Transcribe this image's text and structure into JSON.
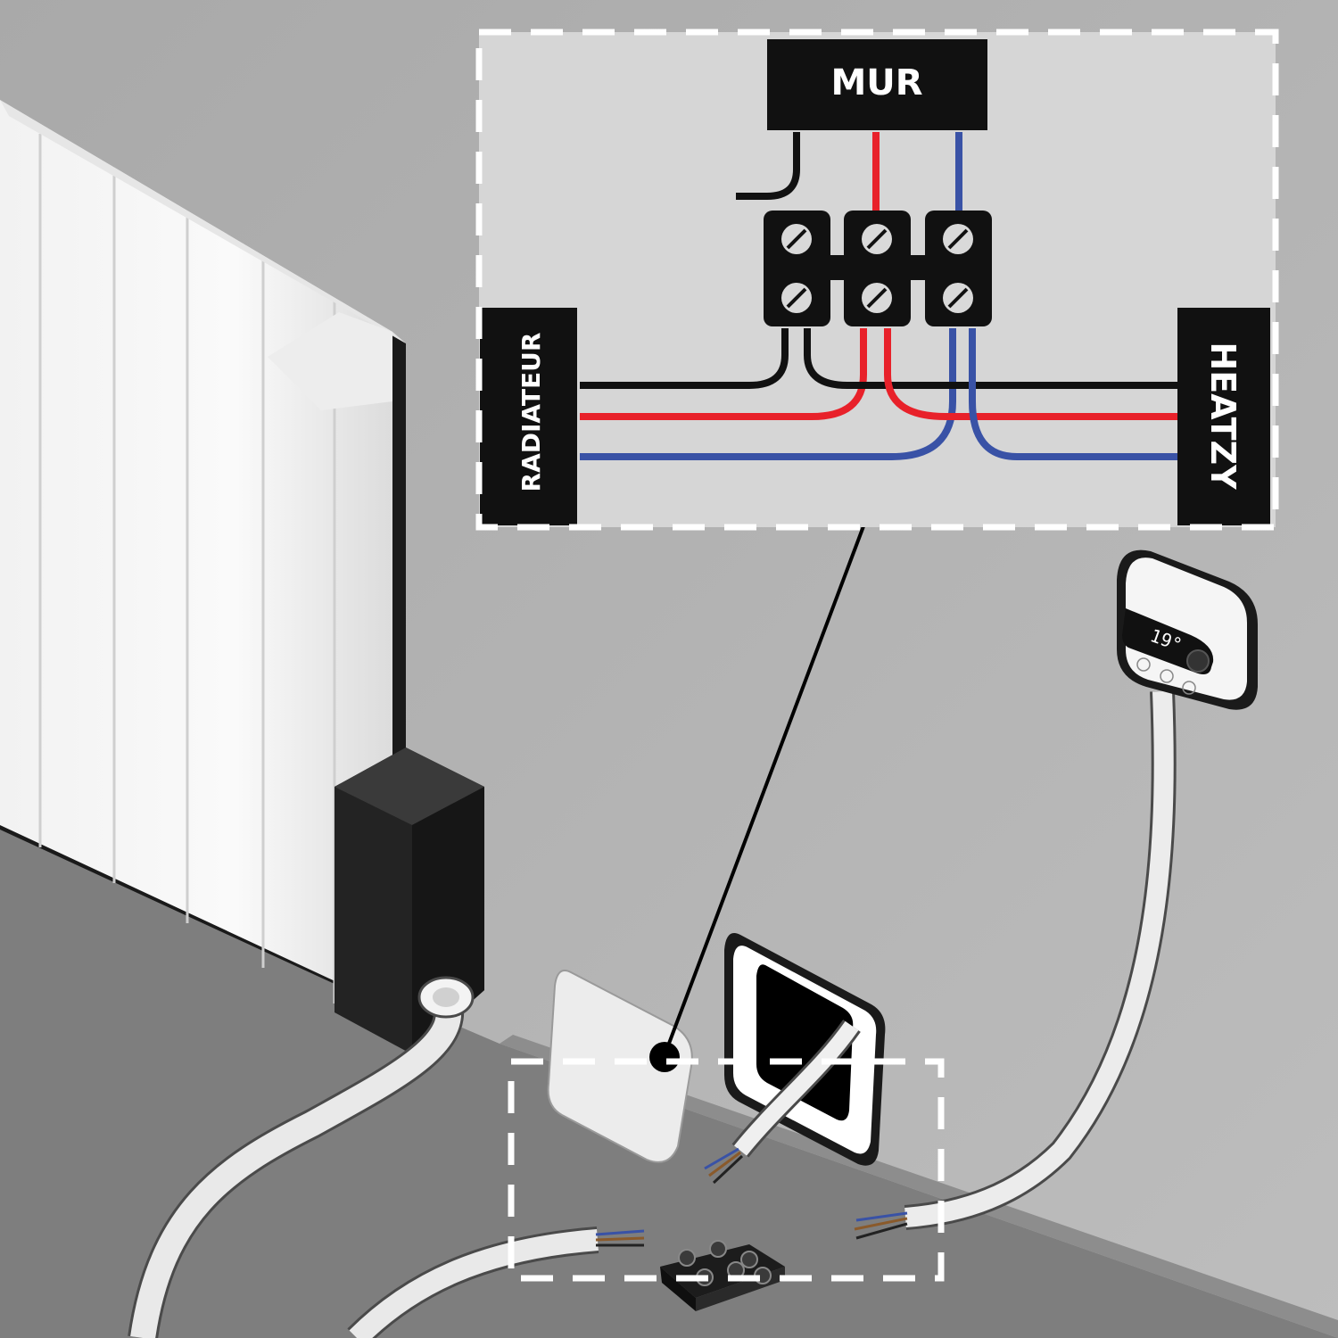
{
  "labels": {
    "wall": "MUR",
    "radiator": "RADIATEUR",
    "heatzy": "HEATZY"
  },
  "thermostat": {
    "display_value": "19°"
  },
  "colors": {
    "background_wall": "#b5b5b5",
    "floor": "#7e7e7e",
    "inset_panel": "#d6d6d6",
    "label_box": "#111111",
    "phase_wire": "#e8212a",
    "neutral_wire": "#3952a6",
    "pilot_wire": "#111111",
    "dashed_frame": "#ffffff"
  },
  "icons": [
    "terminal-screw-icon",
    "thermostat-minus-icon",
    "thermostat-plus-icon",
    "thermostat-mode-icon"
  ]
}
